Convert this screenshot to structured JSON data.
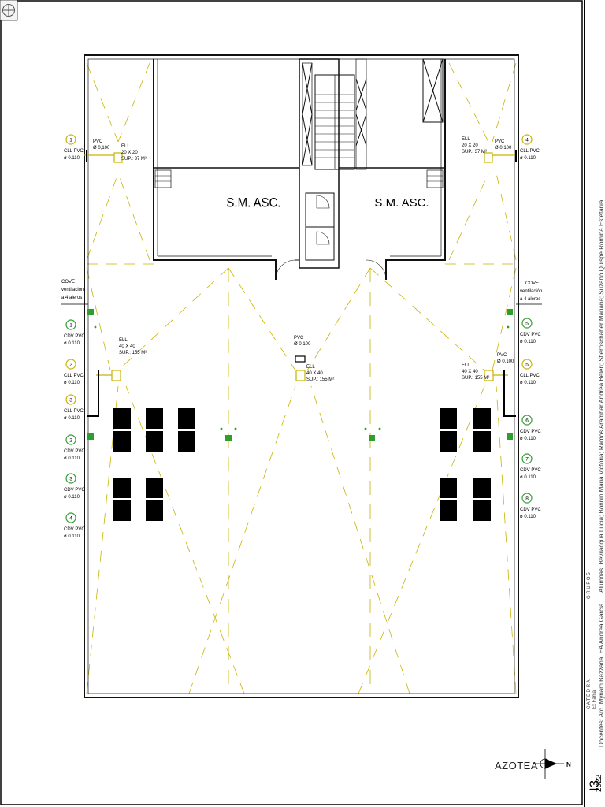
{
  "sheet": {
    "number": "I3",
    "year": "2022",
    "catedra_label": "C A T E D R A",
    "catedra_name": "Ex Fama",
    "group": "G R U P O 5",
    "docentes": "Docentes: Arq. Myriam Bazzana; EA Andrea Garcia",
    "alumnas": "Alumnas: Bevilacqua Lucia; Bonnin Maria Victoria; Ramos Arambar Andrea Belén; Stiernschaber Mariana; Suzaño Quispe Romina Estefania"
  },
  "plan": {
    "title": "AZOTEA",
    "north": "N",
    "rooms": [
      "S.M. ASC.",
      "S.M. ASC."
    ],
    "ell_small_left": [
      "ELL",
      "20 X 20",
      "SUP.: 37 M²"
    ],
    "ell_small_right": [
      "ELL",
      "20 X 20",
      "SUP.: 37 M²"
    ],
    "ell_large_left": [
      "ELL",
      "40 X 40",
      "SUP.: 155 M²"
    ],
    "ell_large_center": [
      "ELL",
      "40 X 40",
      "SUP.: 155 M²"
    ],
    "ell_large_right": [
      "ELL",
      "40 X 40",
      "SUP.: 155 M²"
    ],
    "pvc_small": [
      "PVC",
      "Ø 0,100"
    ],
    "pvc_center": [
      "PVC",
      "Ø 0,100"
    ],
    "pvc_right": [
      "PVC",
      "Ø 0,100"
    ],
    "cove_left": [
      "COVE",
      "ventilación",
      "a 4 aleros"
    ],
    "cove_right": [
      "COVE",
      "ventilación",
      "a 4 aleros"
    ],
    "pipes_left": [
      {
        "num": "1",
        "type": "CLL PVC",
        "dia": "ø 0.110",
        "color": "#c8b400"
      },
      {
        "num": "1",
        "type": "CDV PVC",
        "dia": "ø 0.110",
        "color": "#2e9e2e"
      },
      {
        "num": "2",
        "type": "CLL PVC",
        "dia": "ø 0.110",
        "color": "#c8b400"
      },
      {
        "num": "3",
        "type": "CLL PVC",
        "dia": "ø 0.110",
        "color": "#c8b400"
      },
      {
        "num": "2",
        "type": "CDV PVC",
        "dia": "ø 0.110",
        "color": "#2e9e2e"
      },
      {
        "num": "3",
        "type": "CDV PVC",
        "dia": "ø 0.110",
        "color": "#2e9e2e"
      },
      {
        "num": "4",
        "type": "CDV PVC",
        "dia": "ø 0.110",
        "color": "#2e9e2e"
      }
    ],
    "pipes_right": [
      {
        "num": "4",
        "type": "CLL PVC",
        "dia": "ø 0.110",
        "color": "#c8b400"
      },
      {
        "num": "5",
        "type": "CDV PVC",
        "dia": "ø 0.110",
        "color": "#2e9e2e"
      },
      {
        "num": "5",
        "type": "CLL PVC",
        "dia": "ø 0.110",
        "color": "#c8b400"
      },
      {
        "num": "6",
        "type": "CDV PVC",
        "dia": "ø 0.110",
        "color": "#2e9e2e"
      },
      {
        "num": "7",
        "type": "CDV PVC",
        "dia": "ø 0.110",
        "color": "#2e9e2e"
      },
      {
        "num": "8",
        "type": "CDV PVC",
        "dia": "ø 0.110",
        "color": "#2e9e2e"
      }
    ],
    "colors": {
      "wall": "#111111",
      "rain": "#c8b400",
      "vent": "#2e9e2e"
    }
  }
}
